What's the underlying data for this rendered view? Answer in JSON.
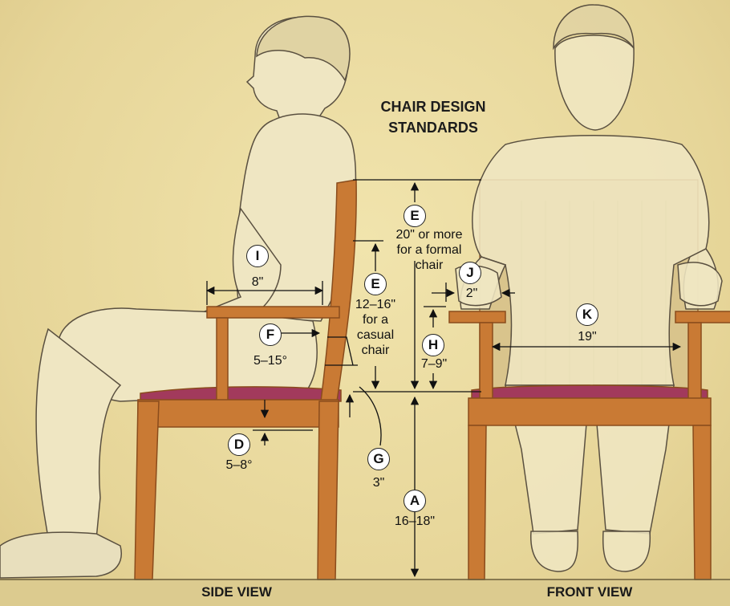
{
  "title_line1": "CHAIR DESIGN",
  "title_line2": "STANDARDS",
  "captions": {
    "side": "SIDE VIEW",
    "front": "FRONT VIEW"
  },
  "markers": {
    "A": {
      "letter": "A",
      "value": "16–18\""
    },
    "D": {
      "letter": "D",
      "value": "5–8°"
    },
    "E_formal": {
      "letter": "E",
      "line1": "20\" or more",
      "line2": "for a formal",
      "line3": "chair"
    },
    "E_casual": {
      "letter": "E",
      "line1": "12–16\"",
      "line2": "for a",
      "line3": "casual",
      "line4": "chair"
    },
    "F": {
      "letter": "F",
      "value": "5–15°"
    },
    "G": {
      "letter": "G",
      "value": "3\""
    },
    "H": {
      "letter": "H",
      "value": "7–9\""
    },
    "I": {
      "letter": "I",
      "value": "8\""
    },
    "J": {
      "letter": "J",
      "value": "2\""
    },
    "K": {
      "letter": "K",
      "value": "19\""
    }
  },
  "colors": {
    "paper": "#e9dba0",
    "wood": "#c97a34",
    "wood_dark": "#8a4c1c",
    "seat_fabric": "#a23a5c",
    "figure": "#efe6c2",
    "pencil": "#5a5040",
    "dim_line": "#111111"
  }
}
